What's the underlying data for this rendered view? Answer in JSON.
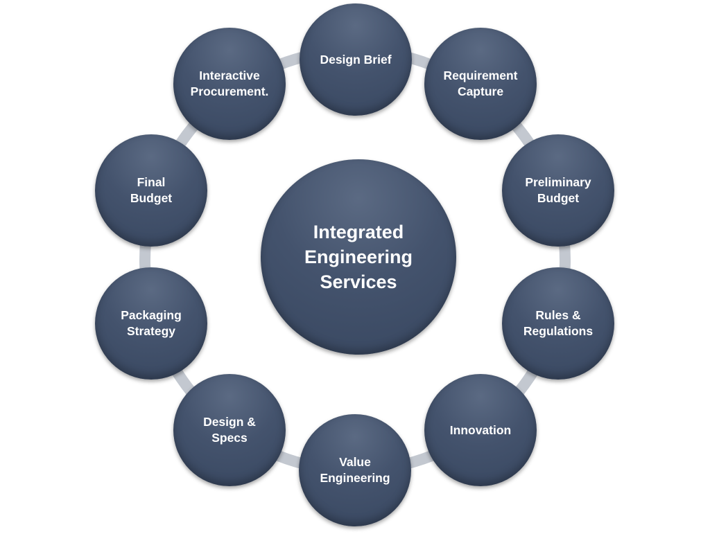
{
  "center": {
    "label": "Integrated\nEngineering\nServices"
  },
  "nodes": [
    {
      "id": "design-brief",
      "label": "Design Brief"
    },
    {
      "id": "requirement-capture",
      "label": "Requirement\nCapture"
    },
    {
      "id": "preliminary-budget",
      "label": "Preliminary\nBudget"
    },
    {
      "id": "rules-regulations",
      "label": "Rules &\nRegulations"
    },
    {
      "id": "innovation",
      "label": "Innovation"
    },
    {
      "id": "value-engineering",
      "label": "Value\nEngineering"
    },
    {
      "id": "design-specs",
      "label": "Design &\nSpecs"
    },
    {
      "id": "packaging-strategy",
      "label": "Packaging\nStrategy"
    },
    {
      "id": "final-budget",
      "label": "Final\nBudget"
    },
    {
      "id": "interactive-procurement",
      "label": "Interactive\nProcurement."
    }
  ],
  "colors": {
    "node_fill": "#44536d",
    "ring": "#c3c8d0",
    "text": "#ffffff"
  }
}
